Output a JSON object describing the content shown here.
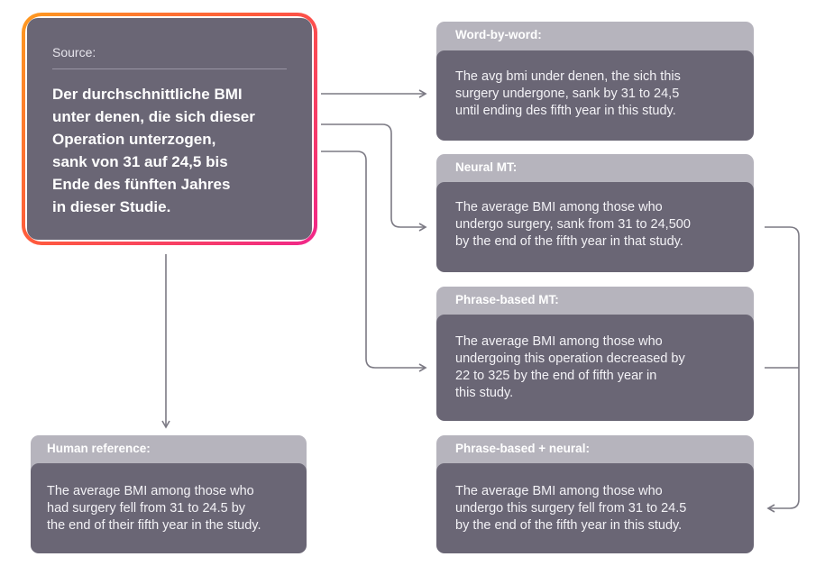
{
  "source": {
    "label": "Source:",
    "lines": [
      "Der durchschnittliche BMI",
      "unter denen, die sich dieser",
      "Operation unterzogen,",
      "sank von 31 auf 24,5 bis",
      "Ende des fünften Jahres",
      "in dieser Studie."
    ]
  },
  "outputs": [
    {
      "title": "Word-by-word:",
      "lines": [
        "The avg bmi under denen, the sich this",
        "surgery undergone, sank by 31 to 24,5",
        "until ending des fifth year in this study."
      ]
    },
    {
      "title": "Neural MT:",
      "lines": [
        "The average BMI among those who",
        "undergo surgery, sank from 31 to 24,500",
        "by the end of the fifth year in that study."
      ]
    },
    {
      "title": "Phrase-based MT:",
      "lines": [
        "The average BMI among those who",
        "undergoing this operation decreased by",
        "22 to 325 by the end of fifth year in",
        "this study."
      ]
    },
    {
      "title": "Phrase-based + neural:",
      "lines": [
        "The average BMI among those who",
        "undergo this surgery fell from 31 to 24.5",
        "by the end of the fifth year in this study."
      ]
    }
  ],
  "reference": {
    "title": "Human reference:",
    "lines": [
      "The average BMI among those who",
      "had surgery fell from 31 to 24.5 by",
      "the end of their fifth year in the study."
    ]
  },
  "colors": {
    "box_fill": "#6a6675",
    "tab_fill": "#b6b4bd",
    "connector": "#7c7a84",
    "frame_gradient": [
      "#ff9a1f",
      "#ff5a3c",
      "#f0268a"
    ]
  }
}
